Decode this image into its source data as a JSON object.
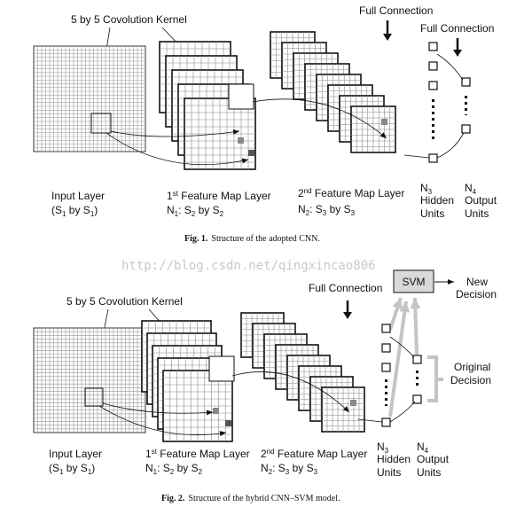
{
  "watermark": "http://blog.csdn.net/qingxincao806",
  "fig1": {
    "kernel_label": "5 by 5 Covolution Kernel",
    "full_connection_1": "Full Connection",
    "full_connection_2": "Full Connection",
    "input_layer": {
      "name": "Input Layer",
      "size_base": "(S",
      "size_sub": "1",
      "size_mid": " by S",
      "size_sub2": "1",
      "size_end": ")"
    },
    "fmap1": {
      "sup_prefix": "1",
      "sup": "st",
      "name": " Feature Map Layer",
      "n": "N",
      "n_sub": "1",
      "colon": ": S",
      "s_sub": "2",
      "by": " by S",
      "s_sub2": "2"
    },
    "fmap2": {
      "sup_prefix": "2",
      "sup": "nd",
      "name": " Feature Map Layer",
      "n": "N",
      "n_sub": "2",
      "colon": ": S",
      "s_sub": "3",
      "by": " by S",
      "s_sub2": "3"
    },
    "hidden": {
      "n": "N",
      "n_sub": "3",
      "line1": "Hidden",
      "line2": "Units"
    },
    "output": {
      "n": "N",
      "n_sub": "4",
      "line1": "Output",
      "line2": "Units"
    },
    "caption_label": "Fig. 1.",
    "caption_text": "Structure of the adopted CNN."
  },
  "fig2": {
    "kernel_label": "5 by 5 Covolution Kernel",
    "full_connection": "Full Connection",
    "svm_label": "SVM",
    "new_decision_1": "New",
    "new_decision_2": "Decision",
    "original_decision_1": "Original",
    "original_decision_2": "Decision",
    "input_layer": {
      "name": "Input Layer",
      "size_base": "(S",
      "size_sub": "1",
      "size_mid": " by S",
      "size_sub2": "1",
      "size_end": ")"
    },
    "fmap1": {
      "sup_prefix": "1",
      "sup": "st",
      "name": " Feature Map Layer",
      "n": "N",
      "n_sub": "1",
      "colon": ": S",
      "s_sub": "2",
      "by": " by S",
      "s_sub2": "2"
    },
    "fmap2": {
      "sup_prefix": "2",
      "sup": "nd",
      "name": " Feature Map Layer",
      "n": "N",
      "n_sub": "2",
      "colon": ": S",
      "s_sub": "3",
      "by": " by S",
      "s_sub2": "3"
    },
    "hidden": {
      "n": "N",
      "n_sub": "3",
      "line1": "Hidden",
      "line2": "Units"
    },
    "output": {
      "n": "N",
      "n_sub": "4",
      "line1": "Output",
      "line2": "Units"
    },
    "caption_label": "Fig. 2.",
    "caption_text": "Structure of the hybrid CNN–SVM model."
  }
}
